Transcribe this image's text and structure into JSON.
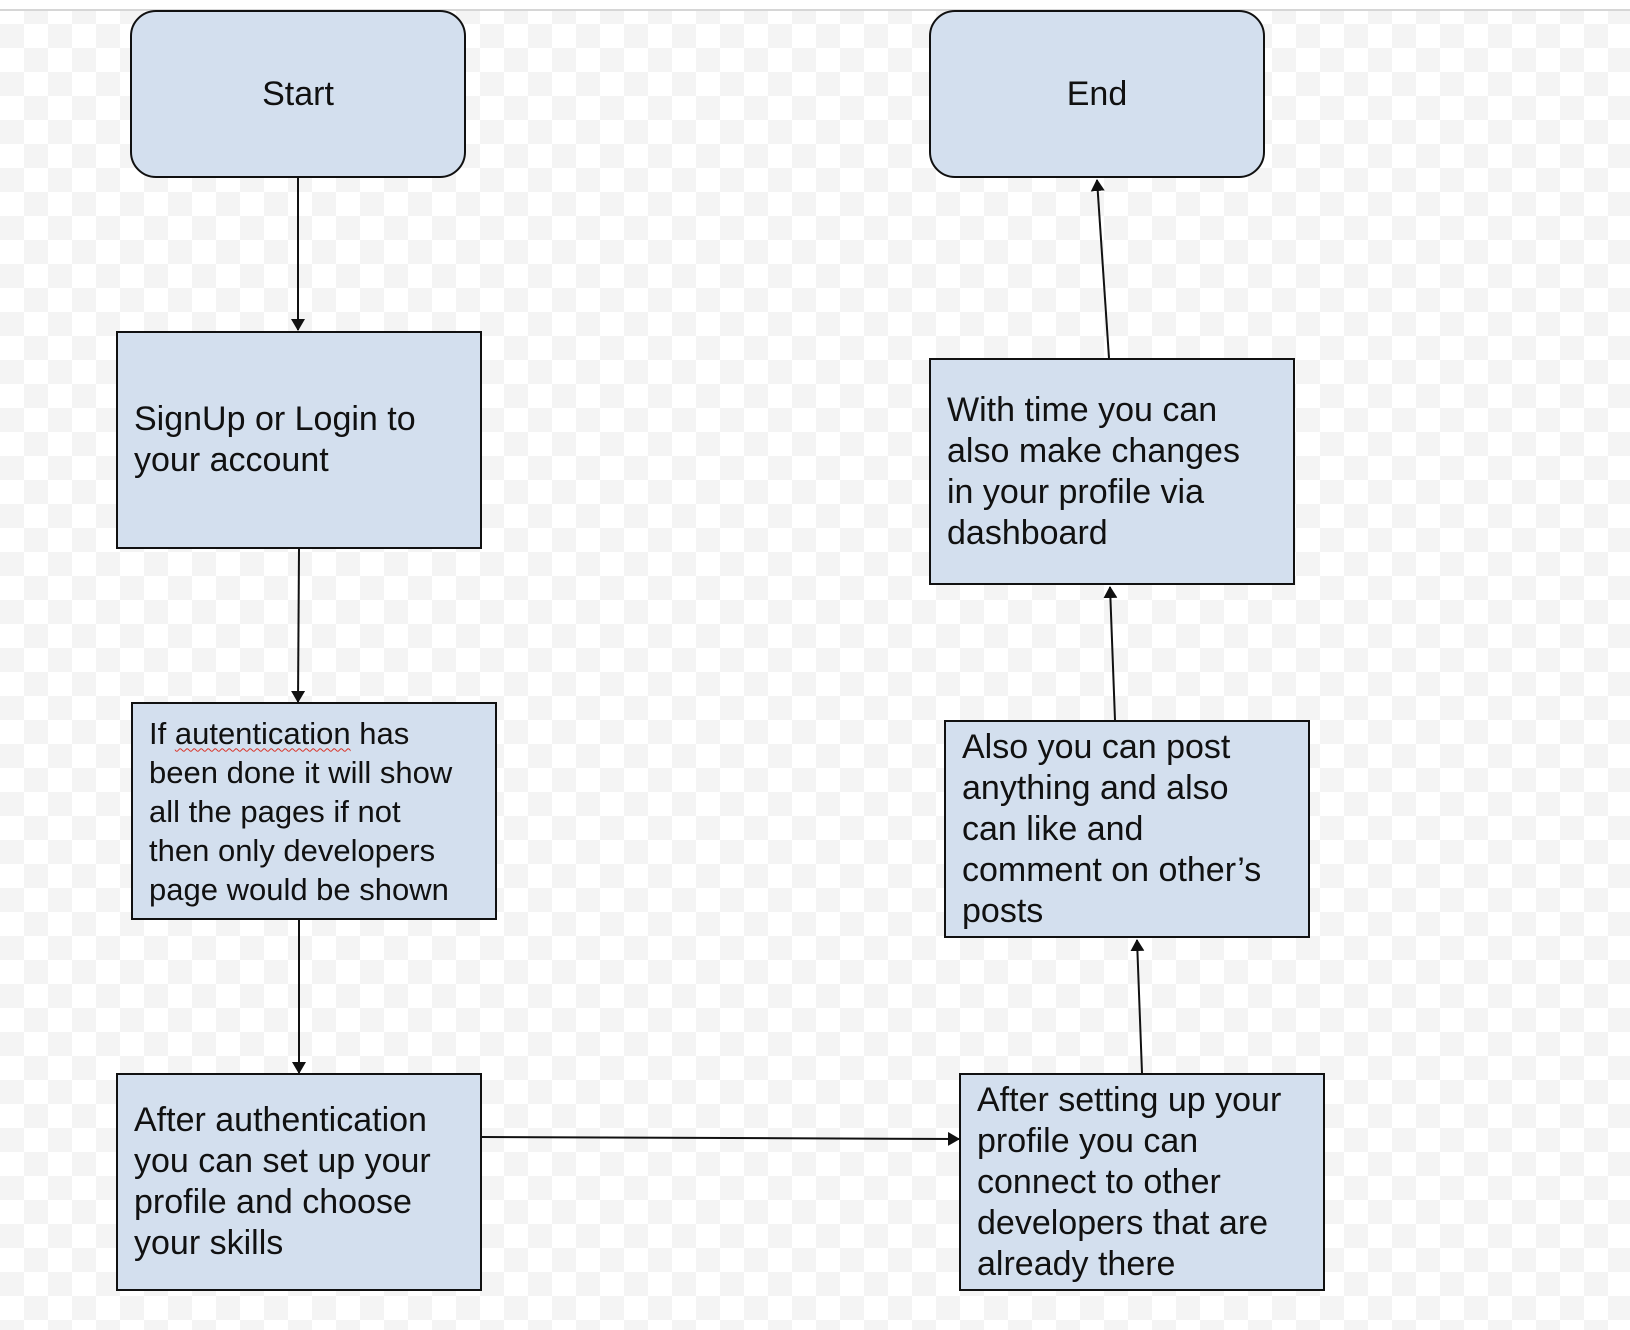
{
  "diagram": {
    "type": "flowchart",
    "colors": {
      "node_fill": "#d3dfee",
      "node_border": "#111111",
      "connector": "#111111",
      "spellcheck_underline": "#d93025"
    },
    "nodes": {
      "start": {
        "label": "Start"
      },
      "end": {
        "label": "End"
      },
      "signup": {
        "label": "SignUp or Login to\nyour account"
      },
      "auth_check": {
        "label_prefix": "If ",
        "label_flagged_word": "autentication",
        "label_suffix": " has\nbeen done it will show\nall the pages if not\nthen only developers\npage would be shown"
      },
      "setup_profile": {
        "label": "After authentication\nyou can set up your\nprofile and choose\nyour skills"
      },
      "connect": {
        "label": "After setting up your\nprofile you can\nconnect to other\ndevelopers that are\nalready there"
      },
      "post": {
        "label": "Also you can post\nanything and also\ncan like and\ncomment on other’s\nposts"
      },
      "edit_profile": {
        "label": "With time you can\nalso make changes\nin your profile via\ndashboard"
      }
    },
    "edges": [
      {
        "from": "start",
        "to": "signup"
      },
      {
        "from": "signup",
        "to": "auth_check"
      },
      {
        "from": "auth_check",
        "to": "setup_profile"
      },
      {
        "from": "setup_profile",
        "to": "connect"
      },
      {
        "from": "connect",
        "to": "post"
      },
      {
        "from": "post",
        "to": "edit_profile"
      },
      {
        "from": "edit_profile",
        "to": "end"
      }
    ]
  }
}
